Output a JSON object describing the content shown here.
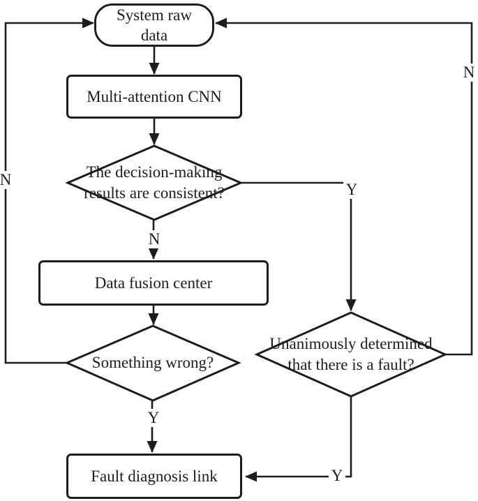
{
  "figure": {
    "background_color": "#ffffff",
    "line_color": "#1d1d1d",
    "type": "flowchart"
  },
  "nodes": {
    "system_raw_data": {
      "label": "System raw data",
      "shape": "terminator"
    },
    "multi_attention_cnn": {
      "label": "Multi-attention CNN",
      "shape": "process"
    },
    "decision_consistent": {
      "label": "The decision-making results are consistent?",
      "shape": "decision"
    },
    "data_fusion_center": {
      "label": "Data fusion center",
      "shape": "process"
    },
    "something_wrong": {
      "label": "Something wrong?",
      "shape": "decision"
    },
    "unanimous_fault": {
      "label": "Unanimously determined that there is a fault?",
      "shape": "decision"
    },
    "fault_diagnosis_link": {
      "label": "Fault diagnosis link",
      "shape": "process"
    }
  },
  "edge_labels": {
    "consistent_no": "N",
    "consistent_yes": "Y",
    "something_wrong_no": "N",
    "something_wrong_yes": "Y",
    "unanimous_no": "N",
    "unanimous_yes": "Y"
  }
}
